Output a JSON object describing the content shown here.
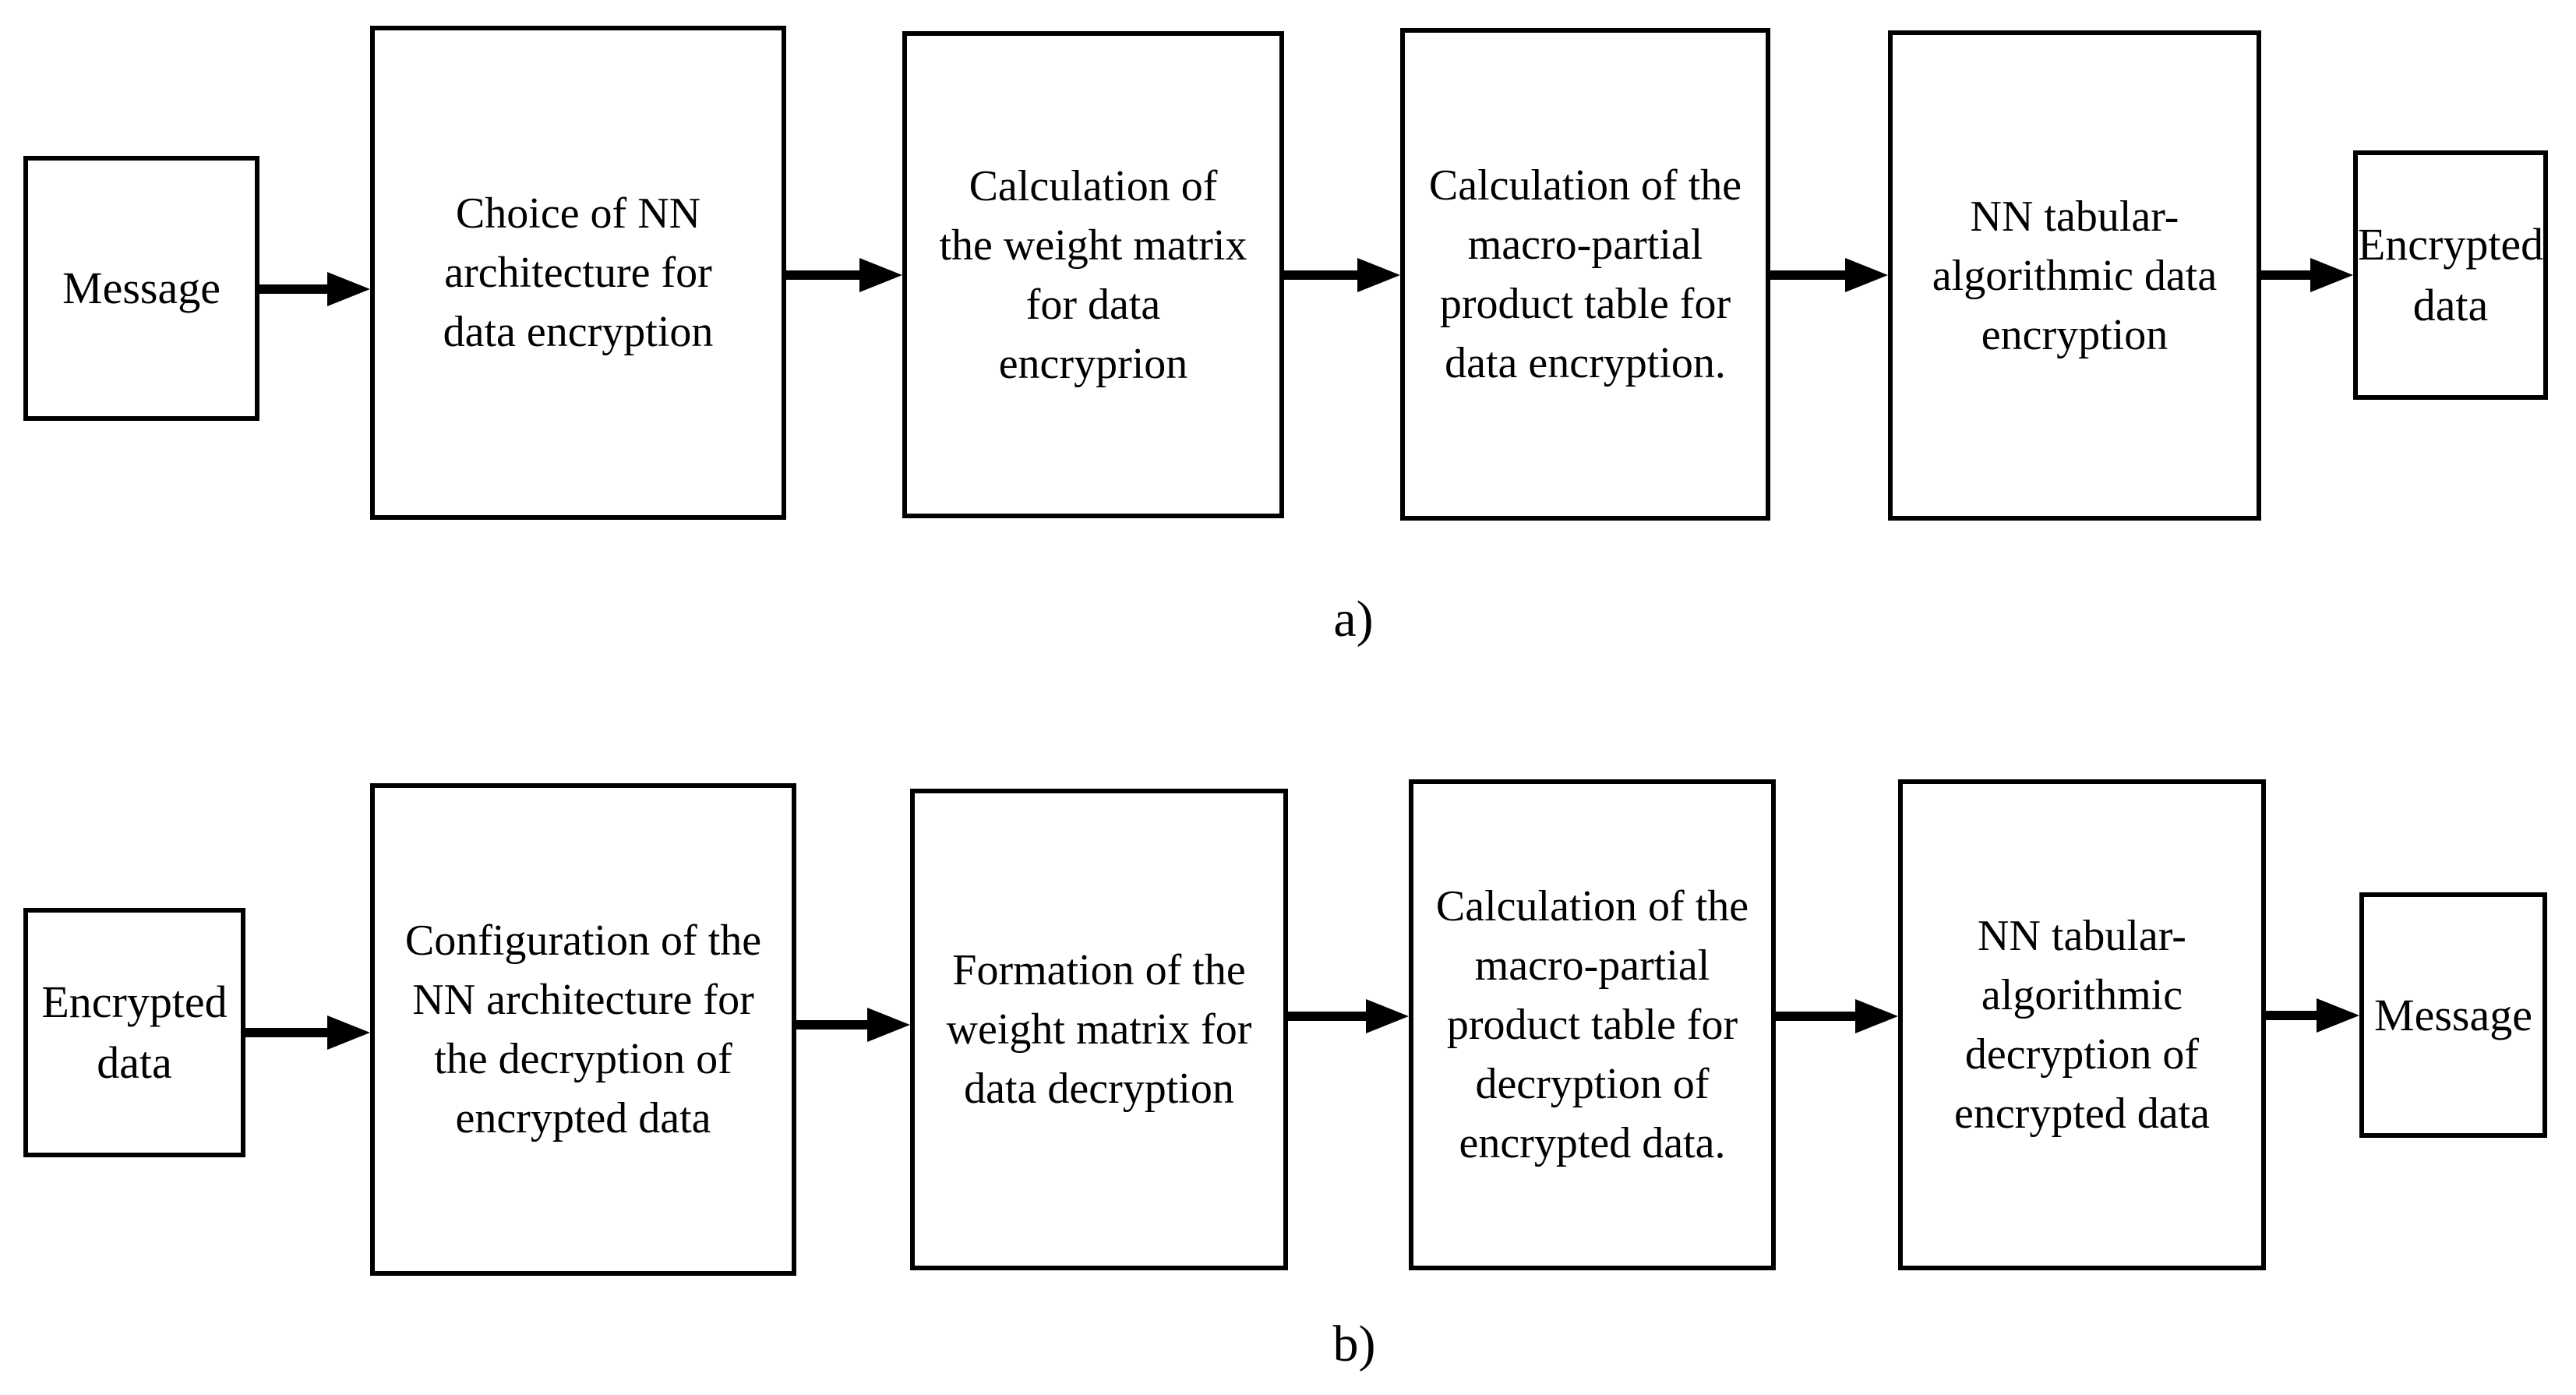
{
  "page": {
    "background_color": "#ffffff",
    "ink_color": "#000000"
  },
  "diagram": {
    "rows": [
      {
        "label": "a)",
        "nodes": [
          {
            "name": "message-input",
            "text": "Message"
          },
          {
            "name": "encryption-step-1",
            "text": "Choice of NN\narchitecture for\ndata encryption"
          },
          {
            "name": "encryption-step-2",
            "text": "Calculation of\nthe weight matrix\nfor data\nencryprion"
          },
          {
            "name": "encryption-step-3",
            "text": "Calculation of the\nmacro-partial\nproduct table for\ndata encryption."
          },
          {
            "name": "encryption-step-4",
            "text": "NN tabular-\nalgorithmic data\nencryption"
          },
          {
            "name": "encrypted-output",
            "text": "Encrypted\ndata"
          }
        ]
      },
      {
        "label": "b)",
        "nodes": [
          {
            "name": "encrypted-input",
            "text": "Encrypted\ndata"
          },
          {
            "name": "decryption-step-1",
            "text": "Configuration of the\nNN architecture for\nthe decryption of\nencrypted data"
          },
          {
            "name": "decryption-step-2",
            "text": "Formation of the\nweight matrix for\ndata decryption"
          },
          {
            "name": "decryption-step-3",
            "text": "Calculation of the\nmacro-partial\nproduct table for\ndecryption of\nencrypted data."
          },
          {
            "name": "decryption-step-4",
            "text": "NN tabular-\nalgorithmic\ndecryption of\nencrypted data"
          },
          {
            "name": "message-output",
            "text": "Message"
          }
        ]
      }
    ]
  }
}
